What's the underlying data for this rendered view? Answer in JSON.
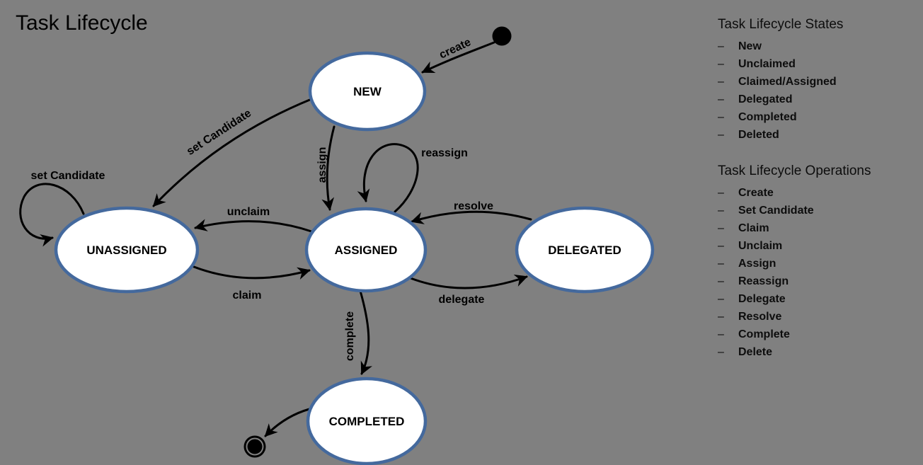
{
  "title": "Task Lifecycle",
  "colors": {
    "background": "#808080",
    "state_fill": "#FFFFFF",
    "state_border": "#44699D",
    "connector": "#000000",
    "text": "#000000"
  },
  "diagram": {
    "initial_marker_icon": "filled-circle",
    "final_marker_icon": "ring-with-dot",
    "states": {
      "new": {
        "label": "NEW"
      },
      "unassigned": {
        "label": "UNASSIGNED"
      },
      "assigned": {
        "label": "ASSIGNED"
      },
      "delegated": {
        "label": "DELEGATED"
      },
      "completed": {
        "label": "COMPLETED"
      }
    },
    "transitions": {
      "create": {
        "label": "create",
        "from": "initial",
        "to": "new"
      },
      "set_candidate": {
        "label": "set Candidate",
        "from": "new",
        "to": "unassigned"
      },
      "set_candidate_self": {
        "label": "set Candidate",
        "from": "unassigned",
        "to": "unassigned"
      },
      "assign": {
        "label": "assign",
        "from": "new",
        "to": "assigned"
      },
      "reassign": {
        "label": "reassign",
        "from": "assigned",
        "to": "assigned"
      },
      "unclaim": {
        "label": "unclaim",
        "from": "assigned",
        "to": "unassigned"
      },
      "claim": {
        "label": "claim",
        "from": "unassigned",
        "to": "assigned"
      },
      "resolve": {
        "label": "resolve",
        "from": "delegated",
        "to": "assigned"
      },
      "delegate": {
        "label": "delegate",
        "from": "assigned",
        "to": "delegated"
      },
      "complete": {
        "label": "complete",
        "from": "assigned",
        "to": "completed"
      },
      "finish": {
        "from": "completed",
        "to": "final"
      }
    }
  },
  "legend": {
    "bullet": "–",
    "states": {
      "heading": "Task Lifecycle States",
      "items": [
        "New",
        "Unclaimed",
        "Claimed/Assigned",
        "Delegated",
        "Completed",
        "Deleted"
      ]
    },
    "operations": {
      "heading": "Task Lifecycle Operations",
      "items": [
        "Create",
        "Set Candidate",
        "Claim",
        "Unclaim",
        "Assign",
        "Reassign",
        "Delegate",
        "Resolve",
        "Complete",
        "Delete"
      ]
    }
  }
}
